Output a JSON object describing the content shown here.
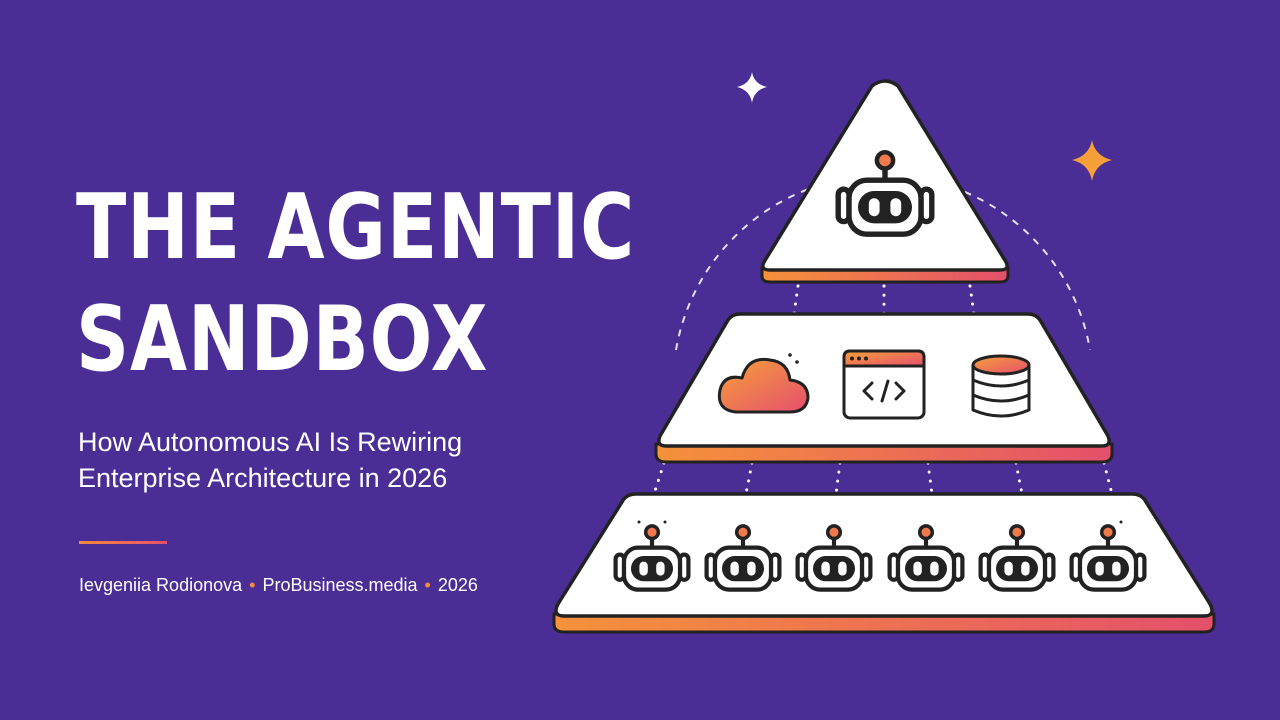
{
  "title": {
    "line1": "THE AGENTIC",
    "line2": "SANDBOX"
  },
  "subtitle": {
    "line1": "How Autonomous AI Is Rewiring",
    "line2": "Enterprise Architecture in 2026"
  },
  "byline": {
    "author": "Ievgeniia Rodionova",
    "publication": "ProBusiness.media",
    "year": "2026",
    "separator": "•"
  },
  "colors": {
    "background": "#4a2e96",
    "accent_orange": "#f58a3c",
    "accent_pink": "#e8506a",
    "outline": "#222222",
    "panel": "#ffffff"
  },
  "illustration": {
    "top_tier_icon": "robot-icon",
    "middle_tier_icons": [
      "cloud-icon",
      "code-window-icon",
      "database-icon"
    ],
    "bottom_tier_icon": "robot-icon",
    "bottom_tier_robot_count": 6,
    "decorations": [
      "sparkle-icon",
      "sparkle-icon"
    ]
  }
}
